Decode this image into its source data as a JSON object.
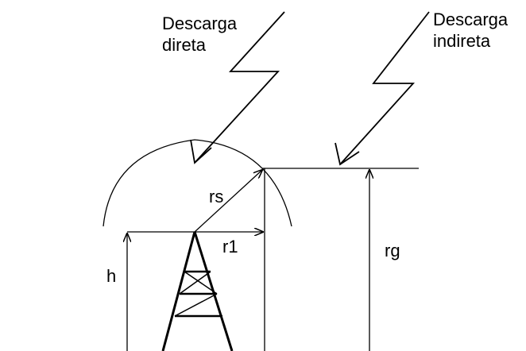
{
  "labels": {
    "direct_line1": "Descarga",
    "direct_line2": "direta",
    "indirect_line1": "Descarga",
    "indirect_line2": "indireta",
    "rs": "rs",
    "r1": "r1",
    "h": "h",
    "rg": "rg"
  },
  "colors": {
    "stroke": "#000000",
    "background": "#ffffff"
  }
}
